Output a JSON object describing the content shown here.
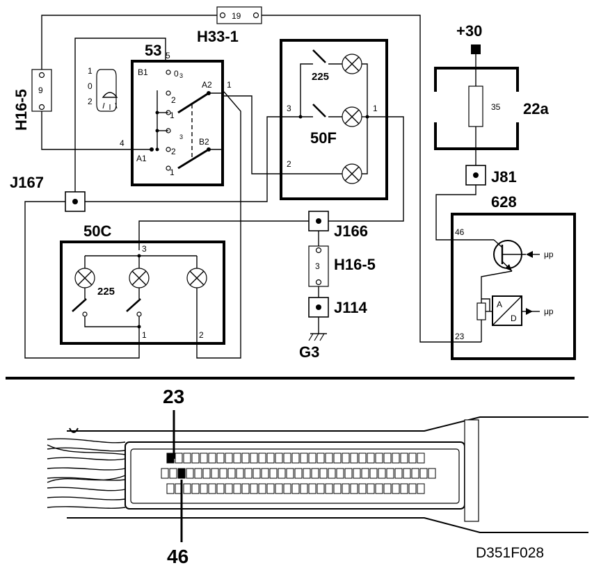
{
  "components": {
    "h33_1": {
      "name": "H33-1",
      "pin": "19"
    },
    "h16_5_left": {
      "name": "H16-5",
      "pin": "9"
    },
    "h16_5_mid": {
      "name": "H16-5",
      "pin": "3"
    },
    "c53": {
      "name": "53",
      "pins": [
        "5",
        "1",
        "4",
        "B1",
        "A2",
        "A1",
        "B2",
        "3",
        "2",
        "1",
        "2",
        "1",
        "3",
        "2",
        "1"
      ],
      "lamp_labels": [
        "1",
        "0",
        "2"
      ]
    },
    "c50f": {
      "name": "50F",
      "label": "225",
      "pins": [
        "3",
        "1",
        "2"
      ]
    },
    "c50c": {
      "name": "50C",
      "label": "225",
      "pins": [
        "3",
        "1",
        "2"
      ]
    },
    "c22a": {
      "name": "22a",
      "fuse": "35"
    },
    "supply": "+30",
    "j81": "J81",
    "j166": "J166",
    "j167": "J167",
    "j114": "J114",
    "g3": "G3",
    "c628": {
      "name": "628",
      "pins": [
        "46",
        "23"
      ],
      "bus": [
        "μp",
        "μp"
      ],
      "ad_a": "A",
      "ad_d": "D"
    }
  },
  "connector": {
    "pin_a": "23",
    "pin_b": "46"
  },
  "ref": "D351F028"
}
